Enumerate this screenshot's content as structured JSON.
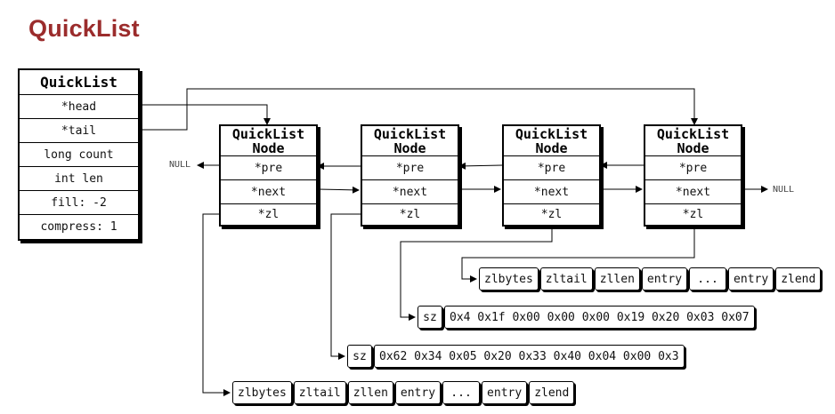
{
  "title": "QuickList",
  "quicklist": {
    "header": "QuickList",
    "fields": [
      "*head",
      "*tail",
      "long count",
      "int len",
      "fill: -2",
      "compress: 1"
    ]
  },
  "node": {
    "header_line1": "QuickList",
    "header_line2": "Node",
    "fields": [
      "*pre",
      "*next",
      "*zl"
    ]
  },
  "null_label": "NULL",
  "ziplist_cells": [
    "zlbytes",
    "zltail",
    "zllen",
    "entry",
    "...",
    "entry",
    "zlend"
  ],
  "compressed_1": {
    "sz": "sz",
    "bytes": "0x4 0x1f 0x00 0x00 0x00 0x19 0x20 0x03 0x07"
  },
  "compressed_2": {
    "sz": "sz",
    "bytes": "0x62 0x34 0x05 0x20 0x33 0x40 0x04 0x00 0x3"
  }
}
